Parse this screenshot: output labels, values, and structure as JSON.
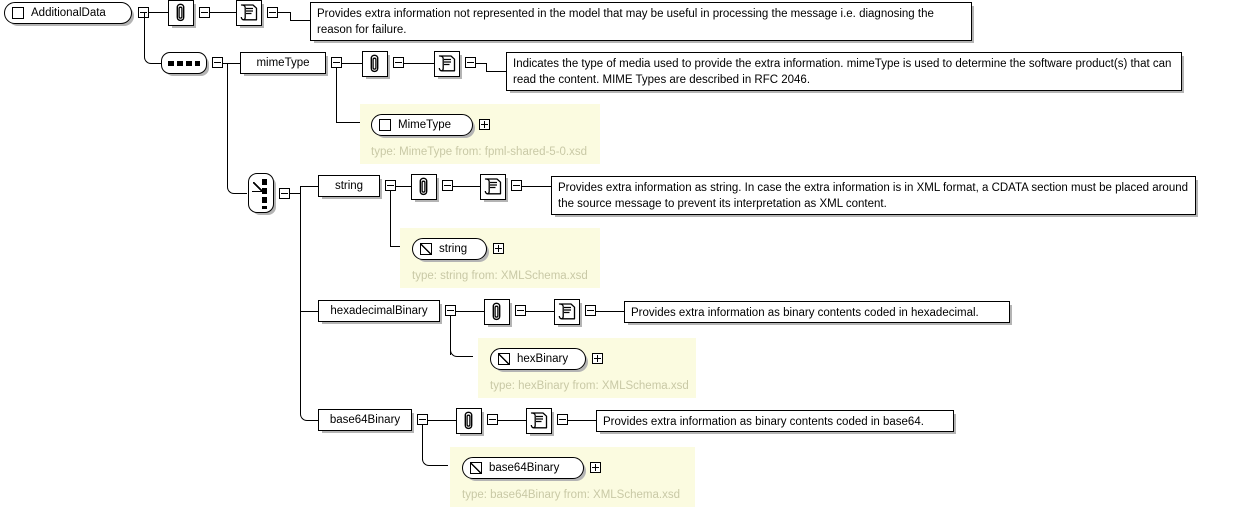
{
  "diagram": {
    "title": "AdditionalData XSD element diagram",
    "type": "xml-schema-tree",
    "colors": {
      "line": "#000000",
      "node_fill": "#ffffff",
      "shadow": "#b4b4b4",
      "type_panel_bg": "#fbfbe0",
      "type_label": "#c9c9a6"
    }
  },
  "root": {
    "name": "AdditionalData",
    "icon": "element-icon",
    "toggle": "minus",
    "annotation_icon": "paperclip-icon",
    "documentation_icon": "document-icon",
    "documentation": "Provides extra information not represented in the model that may be useful in processing the message i.e. diagnosing the reason for failure."
  },
  "compositors": {
    "sequence": {
      "label": "sequence-compositor",
      "toggle": "minus"
    },
    "choice": {
      "label": "choice-compositor",
      "toggle": "minus"
    }
  },
  "elements": [
    {
      "name": "mimeType",
      "toggle": "minus",
      "annotation_icon": "paperclip-icon",
      "documentation_icon": "document-icon",
      "documentation": "Indicates the type of media used to provide the extra information. mimeType is used to determine the software product(s) that can read the content. MIME Types are described in RFC 2046.",
      "type_ref": {
        "name": "MimeType",
        "icon": "element-icon",
        "toggle": "plus",
        "type_line": "type: MimeType from: fpml-shared-5-0.xsd"
      }
    },
    {
      "name": "string",
      "toggle": "minus",
      "annotation_icon": "paperclip-icon",
      "documentation_icon": "document-icon",
      "documentation": "Provides extra information as string. In case the extra information is in XML format, a CDATA section must be placed around the source message to prevent its interpretation as XML content.",
      "type_ref": {
        "name": "string",
        "icon": "simple-type-icon",
        "toggle": "plus",
        "type_line": "type: string from: XMLSchema.xsd"
      }
    },
    {
      "name": "hexadecimalBinary",
      "toggle": "minus",
      "annotation_icon": "paperclip-icon",
      "documentation_icon": "document-icon",
      "documentation": "Provides extra information as binary contents coded in hexadecimal.",
      "type_ref": {
        "name": "hexBinary",
        "icon": "simple-type-icon",
        "toggle": "plus",
        "type_line": "type: hexBinary from: XMLSchema.xsd"
      }
    },
    {
      "name": "base64Binary",
      "toggle": "minus",
      "annotation_icon": "paperclip-icon",
      "documentation_icon": "document-icon",
      "documentation": "Provides extra information as binary contents coded in base64.",
      "type_ref": {
        "name": "base64Binary",
        "icon": "simple-type-icon",
        "toggle": "plus",
        "type_line": "type: base64Binary from: XMLSchema.xsd"
      }
    }
  ]
}
